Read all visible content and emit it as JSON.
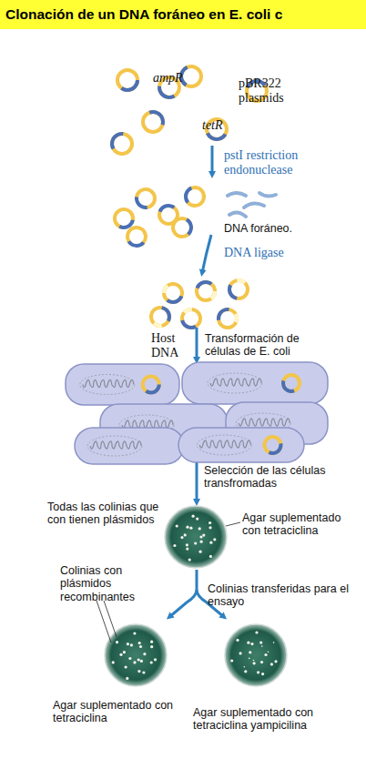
{
  "diagram": {
    "title": "Clonación de un DNA foráneo en E. coli c",
    "labels": [
      "ampR",
      "tetR",
      "pBR322 plasmids",
      "pstI restriction endonuclease",
      "DNA foráneo.",
      "DNA ligase",
      "Host DNA",
      "Transformación de células de E. coli",
      "Selección de las células transfromadas",
      "Todas las colinias que con tienen plásmidos",
      "Agar suplementado con tetraciclina",
      "Colinias con plásmidos recombinantes",
      "Colinias transferidas para el ensayo",
      "Agar suplementado con tetraciclina",
      "Agar suplementado con tetraciclina yampicilina"
    ]
  }
}
